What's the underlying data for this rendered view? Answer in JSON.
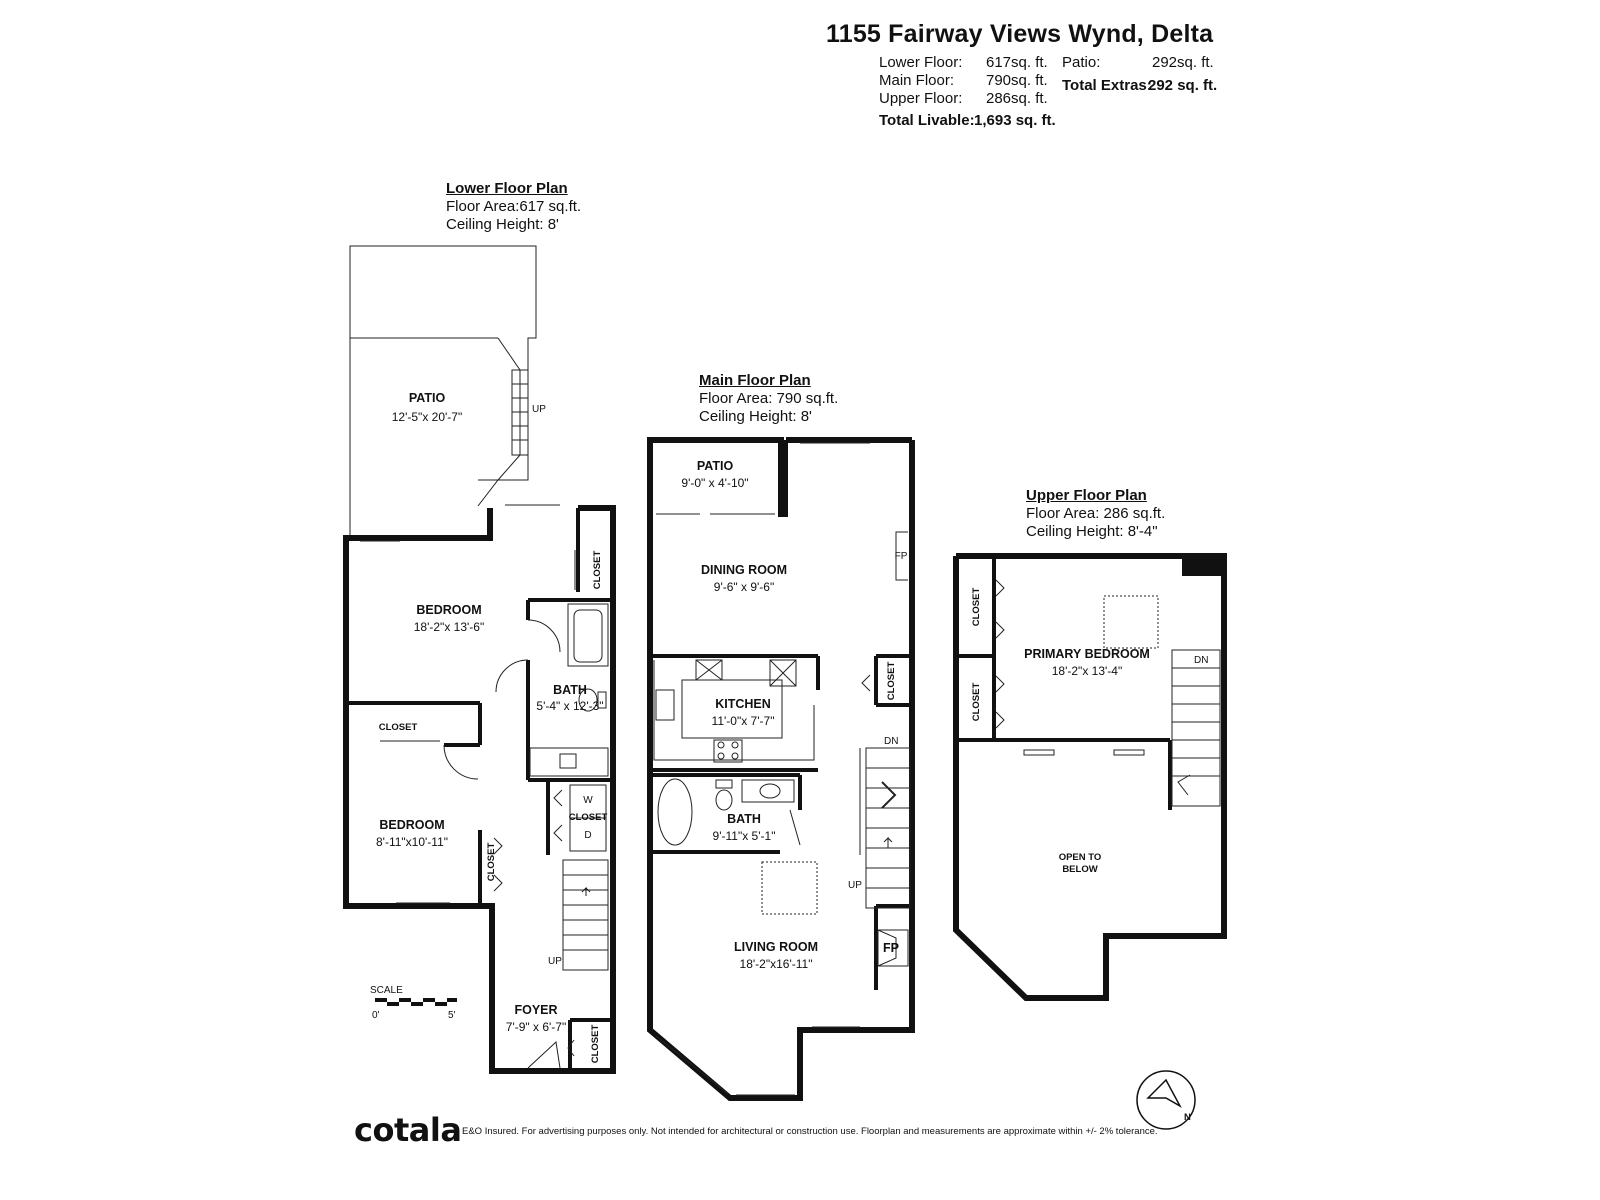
{
  "header": {
    "address": "1155 Fairway Views Wynd, Delta",
    "lower_floor_label": "Lower Floor:",
    "lower_floor_value": "617sq. ft.",
    "main_floor_label": "Main Floor:",
    "main_floor_value": "790sq. ft.",
    "upper_floor_label": "Upper Floor:",
    "upper_floor_value": "286sq. ft.",
    "total_livable_label": "Total Livable:",
    "total_livable_value": "1,693 sq. ft.",
    "patio_label": "Patio:",
    "patio_value": "292sq. ft.",
    "total_extras_label": "Total Extras:",
    "total_extras_value": "292 sq. ft."
  },
  "lower_plan": {
    "heading": "Lower Floor Plan",
    "area": "Floor Area:617 sq.ft.",
    "ceiling": "Ceiling Height: 8'",
    "rooms": {
      "patio": {
        "name": "PATIO",
        "dims": "12'-5\"x 20'-7\""
      },
      "bedroom1": {
        "name": "BEDROOM",
        "dims": "18'-2\"x 13'-6\""
      },
      "bedroom2": {
        "name": "BEDROOM",
        "dims": "8'-11\"x10'-11\""
      },
      "bath": {
        "name": "BATH",
        "dims": "5'-4\" x 12'-3\""
      },
      "foyer": {
        "name": "FOYER",
        "dims": "7'-9\" x 6'-7\""
      }
    },
    "closet": "CLOSET",
    "up": "UP",
    "washer": "W",
    "dryer": "D"
  },
  "main_plan": {
    "heading": "Main Floor Plan",
    "area": "Floor Area: 790 sq.ft.",
    "ceiling": "Ceiling Height: 8'",
    "rooms": {
      "patio": {
        "name": "PATIO",
        "dims": "9'-0\" x 4'-10\""
      },
      "dining": {
        "name": "DINING ROOM",
        "dims": "9'-6\" x 9'-6\""
      },
      "kitchen": {
        "name": "KITCHEN",
        "dims": "11'-0\"x 7'-7\""
      },
      "bath": {
        "name": "BATH",
        "dims": "9'-11\"x 5'-1\""
      },
      "living": {
        "name": "LIVING ROOM",
        "dims": "18'-2\"x16'-11\""
      }
    },
    "closet": "CLOSET",
    "fp": "FP",
    "dn": "DN",
    "up": "UP"
  },
  "upper_plan": {
    "heading": "Upper Floor Plan",
    "area": "Floor Area: 286 sq.ft.",
    "ceiling": "Ceiling Height: 8'-4\"",
    "rooms": {
      "primary": {
        "name": "PRIMARY BEDROOM",
        "dims": "18'-2\"x 13'-4\""
      },
      "open_line1": "OPEN TO",
      "open_line2": "BELOW"
    },
    "closet": "CLOSET",
    "dn": "DN"
  },
  "scale": {
    "label": "SCALE",
    "start": "0'",
    "end": "5'"
  },
  "compass": {
    "letter": "N"
  },
  "footer": {
    "logo": "cotala",
    "disclaimer": "E&O Insured. For advertising purposes only. Not intended for architectural or construction use. Floorplan and measurements are approximate within +/- 2% tolerance."
  }
}
